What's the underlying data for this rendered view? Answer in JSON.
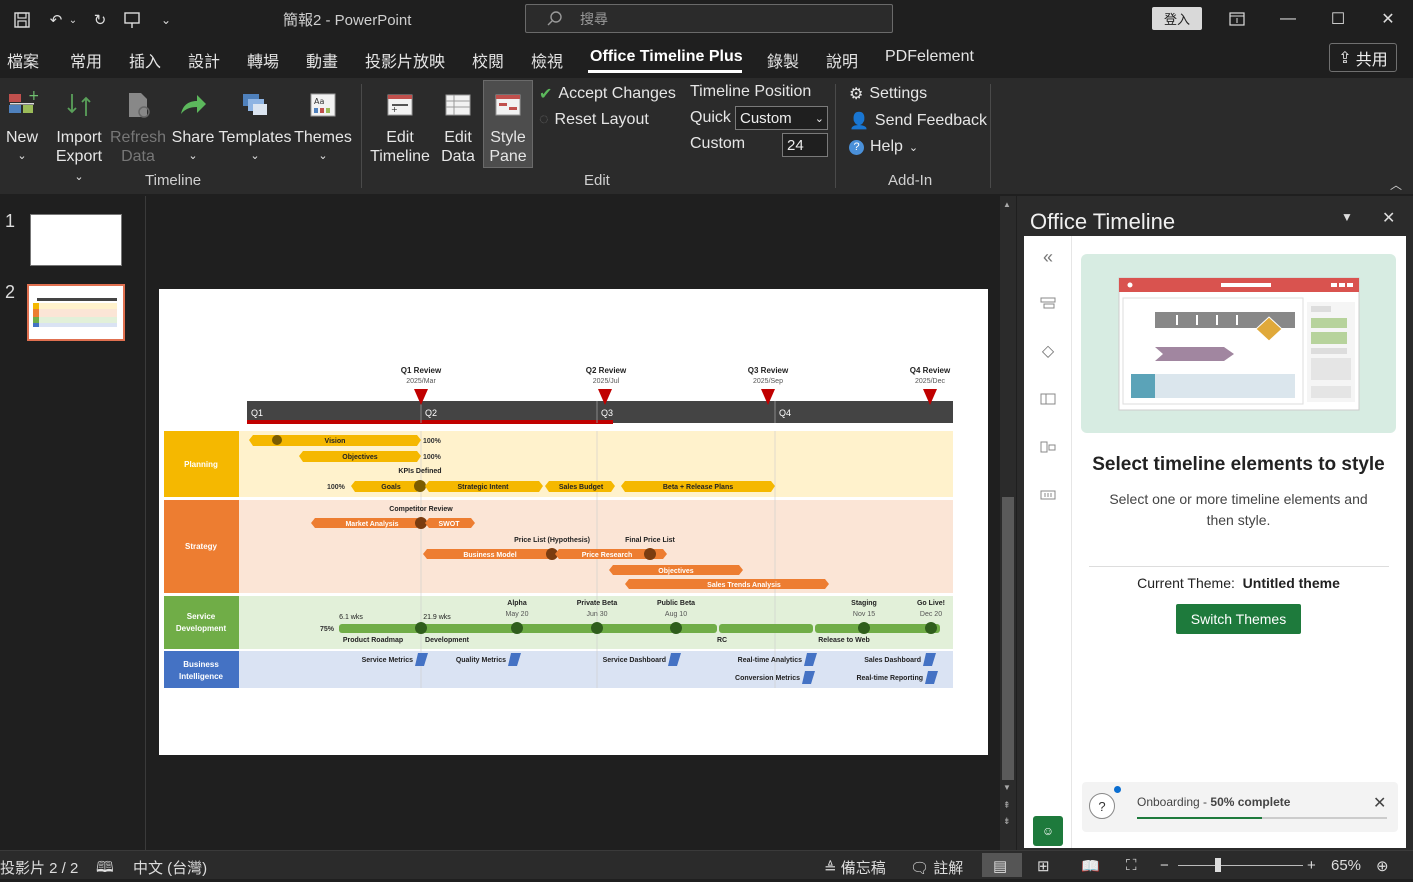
{
  "app": {
    "doc_title": "簡報2 - PowerPoint",
    "search_placeholder": "搜尋",
    "signin": "登入"
  },
  "menu": {
    "items": [
      "檔案",
      "常用",
      "插入",
      "設計",
      "轉場",
      "動畫",
      "投影片放映",
      "校閱",
      "檢視",
      "Office Timeline Plus",
      "錄製",
      "說明",
      "PDFelement"
    ],
    "active": "Office Timeline Plus",
    "share": "共用"
  },
  "ribbon": {
    "timeline_group": {
      "label": "Timeline",
      "new": "New",
      "import": "Import",
      "export": "Export",
      "refresh": "Refresh",
      "data": "Data",
      "share": "Share",
      "templates": "Templates",
      "themes": "Themes"
    },
    "edit_group": {
      "label": "Edit",
      "edit": "Edit",
      "timeline": "Timeline",
      "data": "Data",
      "style": "Style",
      "pane": "Pane",
      "accept": "Accept Changes",
      "reset": "Reset Layout",
      "position": "Timeline Position",
      "quick": "Quick",
      "quick_value": "Custom",
      "custom": "Custom",
      "custom_value": "24"
    },
    "addin_group": {
      "label": "Add-In",
      "settings": "Settings",
      "feedback": "Send Feedback",
      "help": "Help"
    }
  },
  "thumbs": {
    "n1": "1",
    "n2": "2"
  },
  "slide": {
    "milestones": [
      {
        "t": "Q1 Review",
        "d": "2025/Mar"
      },
      {
        "t": "Q2 Review",
        "d": "2025/Jul"
      },
      {
        "t": "Q3 Review",
        "d": "2025/Sep"
      },
      {
        "t": "Q4 Review",
        "d": "2025/Dec"
      }
    ],
    "quarters": [
      "Q1",
      "Q2",
      "Q3",
      "Q4"
    ],
    "swimlanes": [
      "Planning",
      "Strategy",
      "Service Development",
      "Business Intelligence"
    ],
    "planning": {
      "vision": "Vision",
      "objectives": "Objectives",
      "kpi": "KPIs Defined",
      "goals": "Goals",
      "strategic": "Strategic Intent",
      "budget": "Sales Budget",
      "beta": "Beta + Release Plans",
      "p1": "100%",
      "p2": "100%",
      "p3": "100%"
    },
    "strategy": {
      "competitor": "Competitor Review",
      "market": "Market Analysis",
      "swot": "SWOT",
      "pricelist": "Price List (Hypothesis)",
      "final": "Final Price List",
      "model": "Business Model",
      "research": "Price Research",
      "objectives": "Objectives",
      "trends": "Sales Trends Analysis"
    },
    "service": {
      "wk1": "6.1 wks",
      "wk2": "21.9 wks",
      "pct": "75%",
      "roadmap": "Product Roadmap",
      "dev": "Development",
      "rc": "RC",
      "release": "Release to Web",
      "alpha": "Alpha",
      "alpha_d": "May 20",
      "private": "Private Beta",
      "private_d": "Jun 30",
      "public": "Public Beta",
      "public_d": "Aug 10",
      "staging": "Staging",
      "staging_d": "Nov 15",
      "golive": "Go Live!",
      "golive_d": "Dec 20"
    },
    "bi": {
      "sm": "Service Metrics",
      "qm": "Quality Metrics",
      "sd": "Service Dashboard",
      "rta": "Real-time Analytics",
      "sales": "Sales Dashboard",
      "conv": "Conversion Metrics",
      "rtr": "Real-time Reporting"
    }
  },
  "pane": {
    "title": "Office Timeline",
    "heading": "Select timeline elements to style",
    "desc": "Select one or more timeline elements and then style.",
    "theme_label": "Current Theme:",
    "theme_value": "Untitled theme",
    "switch": "Switch Themes",
    "onb_a": "Onboarding - ",
    "onb_b": "50% complete",
    "onb_progress": 0.5
  },
  "status": {
    "slide": "投影片 2 / 2",
    "lang": "中文 (台灣)",
    "notes": "備忘稿",
    "comments": "註解",
    "zoom": "65%"
  },
  "colors": {
    "accent": "#1e7a3c",
    "planning": "#f5b800",
    "strategy": "#ed7d31",
    "service": "#70ad47",
    "bi": "#4472c4",
    "milestone": "#c00000"
  }
}
